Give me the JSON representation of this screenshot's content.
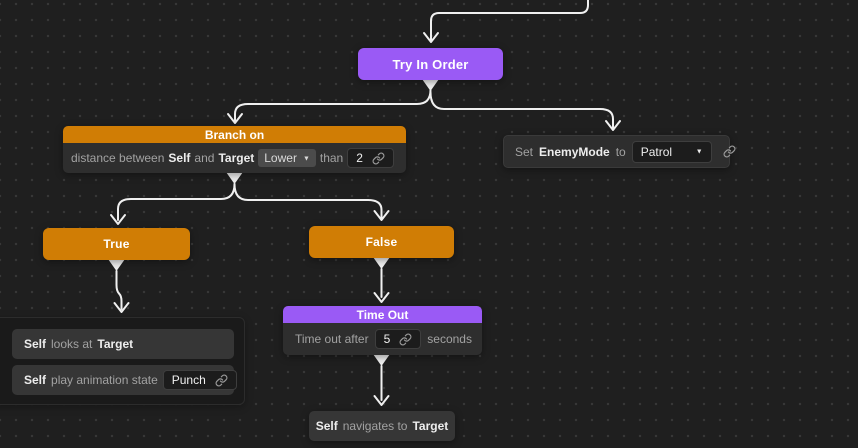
{
  "colors": {
    "canvas_bg": "#1f1f1f",
    "dot_grid": "#383838",
    "orange_accent": "#d07d05",
    "purple_accent": "#9a5af5",
    "node_body": "#2e2e2e",
    "statement_bg": "#363636",
    "field_bg": "#1c1c1c",
    "edge_stroke": "#f0f0f0"
  },
  "icons": {
    "caret_down": "▼"
  },
  "nodes": {
    "try_in_order": {
      "title": "Try In Order"
    },
    "branch_on": {
      "title": "Branch on",
      "label_distance_between": "distance between",
      "label_self": "Self",
      "label_and": "and",
      "label_target": "Target",
      "comparison_value": "Lower",
      "label_than": "than",
      "threshold_value": "2"
    },
    "set_enemy_mode": {
      "label_set": "Set",
      "variable_name": "EnemyMode",
      "label_to": "to",
      "mode_value": "Patrol"
    },
    "branch_true": {
      "title": "True"
    },
    "branch_false": {
      "title": "False"
    },
    "action_group": {
      "look_at": {
        "label_self": "Self",
        "label_action": "looks at",
        "label_target": "Target"
      },
      "play_animation": {
        "label_self": "Self",
        "label_action": "play animation state",
        "state_value": "Punch"
      }
    },
    "time_out": {
      "title": "Time Out",
      "label_prefix": "Time out after",
      "duration_value": "5",
      "label_suffix": "seconds"
    },
    "navigate": {
      "label_self": "Self",
      "label_action": "navigates to",
      "label_target": "Target"
    }
  }
}
